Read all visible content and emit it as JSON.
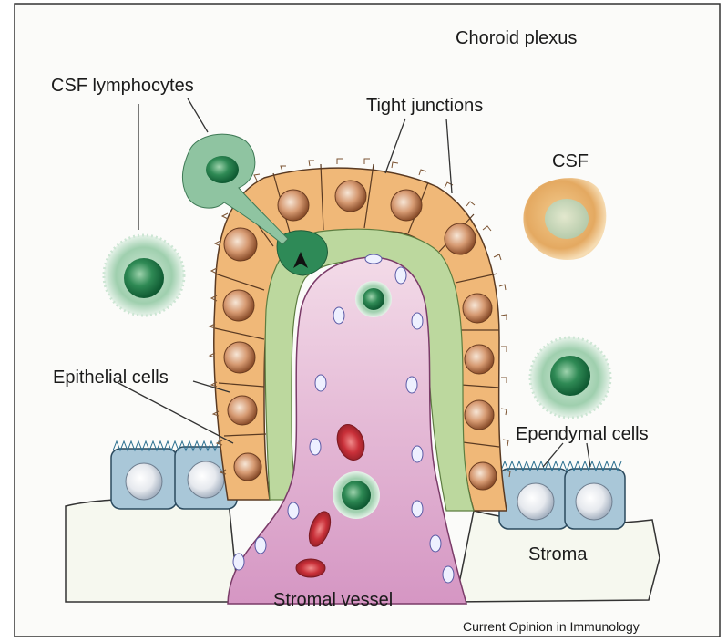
{
  "title": "Choroid plexus",
  "labels": {
    "csf_lymphocytes": "CSF lymphocytes",
    "tight_junctions": "Tight junctions",
    "csf": "CSF",
    "epithelial_cells": "Epithelial cells",
    "ependymal_cells": "Ependymal cells",
    "stroma": "Stroma",
    "stromal_vessel": "Stromal vessel"
  },
  "credit": "Current Opinion in Immunology",
  "colors": {
    "epithelium": "#f0b878",
    "epithelium_nucleus": "#b87348",
    "lymphocyte": "#3f9a66",
    "basement": "#b9d79a",
    "vessel": "#e3bfd6",
    "red_cell": "#c3303a",
    "ependymal": "#a6c6d6",
    "stroma": "#f6f8ef",
    "csf_cell": "#e2a963"
  }
}
